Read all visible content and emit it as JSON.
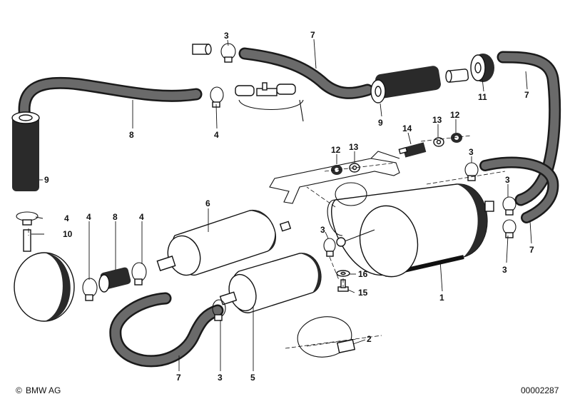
{
  "diagram": {
    "callouts": [
      {
        "id": "c-3-top",
        "text": "3"
      },
      {
        "id": "c-7-top",
        "text": "7"
      },
      {
        "id": "c-8-upper",
        "text": "8"
      },
      {
        "id": "c-4-upper",
        "text": "4"
      },
      {
        "id": "c-9-right",
        "text": "9"
      },
      {
        "id": "c-11",
        "text": "11"
      },
      {
        "id": "c-7-right-top",
        "text": "7"
      },
      {
        "id": "c-9-left",
        "text": "9"
      },
      {
        "id": "c-14",
        "text": "14"
      },
      {
        "id": "c-13-right",
        "text": "13"
      },
      {
        "id": "c-12-right",
        "text": "12"
      },
      {
        "id": "c-12-mid",
        "text": "12"
      },
      {
        "id": "c-13-mid",
        "text": "13"
      },
      {
        "id": "c-3-right-a",
        "text": "3"
      },
      {
        "id": "c-3-right-b",
        "text": "3"
      },
      {
        "id": "c-4-left",
        "text": "4"
      },
      {
        "id": "c-10",
        "text": "10"
      },
      {
        "id": "c-6",
        "text": "6"
      },
      {
        "id": "c-4-mid-a",
        "text": "4"
      },
      {
        "id": "c-8-mid",
        "text": "8"
      },
      {
        "id": "c-4-mid-b",
        "text": "4"
      },
      {
        "id": "c-3-center",
        "text": "3"
      },
      {
        "id": "c-7-right-bottom",
        "text": "7"
      },
      {
        "id": "c-3-right-c",
        "text": "3"
      },
      {
        "id": "c-16",
        "text": "16"
      },
      {
        "id": "c-15",
        "text": "15"
      },
      {
        "id": "c-1",
        "text": "1"
      },
      {
        "id": "c-2",
        "text": "2"
      },
      {
        "id": "c-7-bottom",
        "text": "7"
      },
      {
        "id": "c-3-bottom",
        "text": "3"
      },
      {
        "id": "c-5",
        "text": "5"
      }
    ]
  },
  "footer": {
    "brand": "BMW AG",
    "copyright_symbol": "©",
    "image_number": "00002287"
  }
}
